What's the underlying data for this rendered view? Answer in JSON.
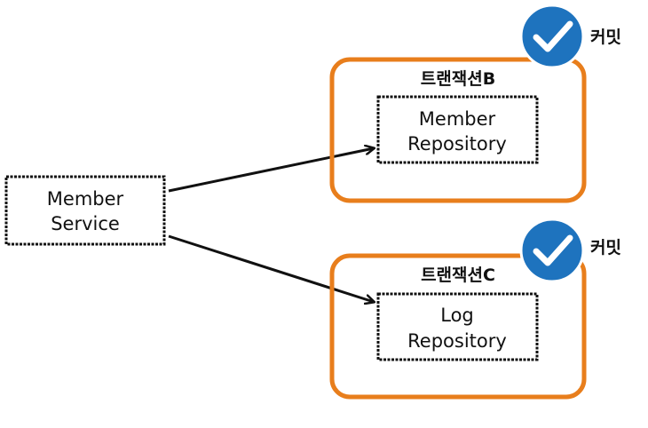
{
  "service": {
    "line1": "Member",
    "line2": "Service"
  },
  "transactions": [
    {
      "title": "트랜잭션B",
      "repo_line1": "Member",
      "repo_line2": "Repository",
      "status": "커밋"
    },
    {
      "title": "트랜잭션C",
      "repo_line1": "Log",
      "repo_line2": "Repository",
      "status": "커밋"
    }
  ],
  "colors": {
    "transaction_border": "#E87E1C",
    "check_badge": "#1E73BE",
    "box_border": "#111111"
  },
  "icons": [
    "checkmark-icon",
    "checkmark-icon"
  ]
}
